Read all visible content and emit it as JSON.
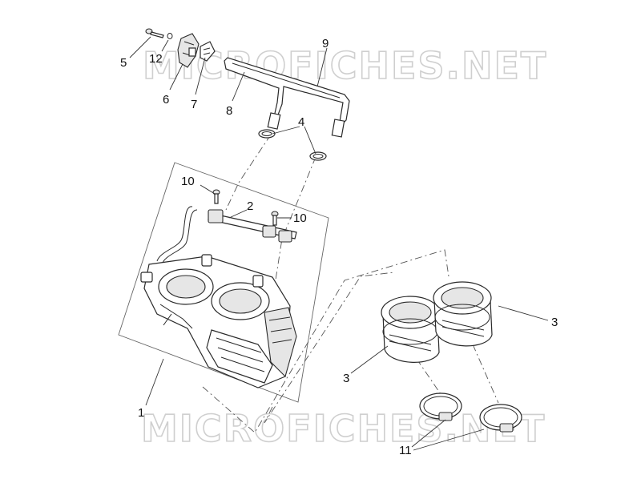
{
  "watermark": {
    "top": "MICROFICHES.NET",
    "bottom": "MICROFICHES.NET",
    "color": "#cfcfcf"
  },
  "callouts": {
    "c1": "1",
    "c2": "2",
    "c3a": "3",
    "c3b": "3",
    "c4": "4",
    "c5": "5",
    "c6": "6",
    "c7": "7",
    "c8": "8",
    "c9": "9",
    "c10a": "10",
    "c10b": "10",
    "c11": "11",
    "c12": "12"
  }
}
